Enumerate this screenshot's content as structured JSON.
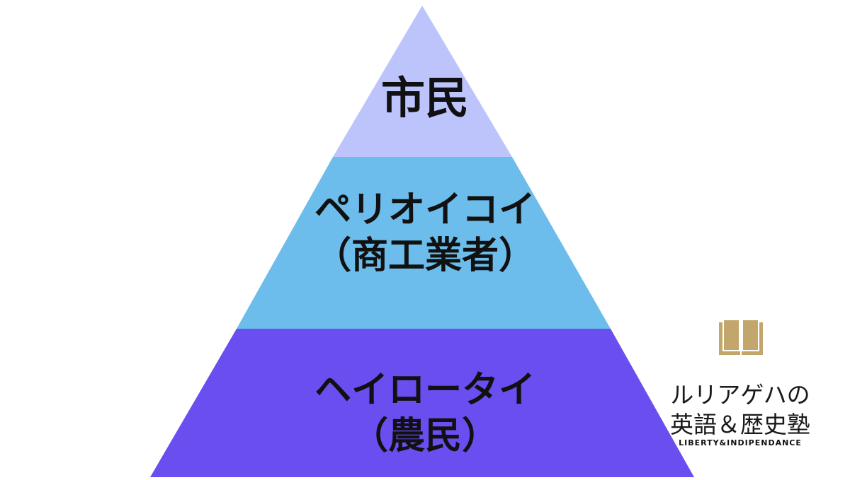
{
  "pyramid": {
    "tiers": [
      {
        "lines": [
          "市民"
        ],
        "color": "#bcc4fb"
      },
      {
        "lines": [
          "ペリオイコイ",
          "（商工業者）"
        ],
        "color": "#6cbdec"
      },
      {
        "lines": [
          "ヘイロータイ",
          "（農民）"
        ],
        "color": "#6a4ef0"
      }
    ]
  },
  "logo": {
    "line1": "ルリアゲハの",
    "line2": "英語＆歴史塾",
    "tagline": "LIBERTY&INDIPENDANCE",
    "book_color": "#c2a66b"
  }
}
